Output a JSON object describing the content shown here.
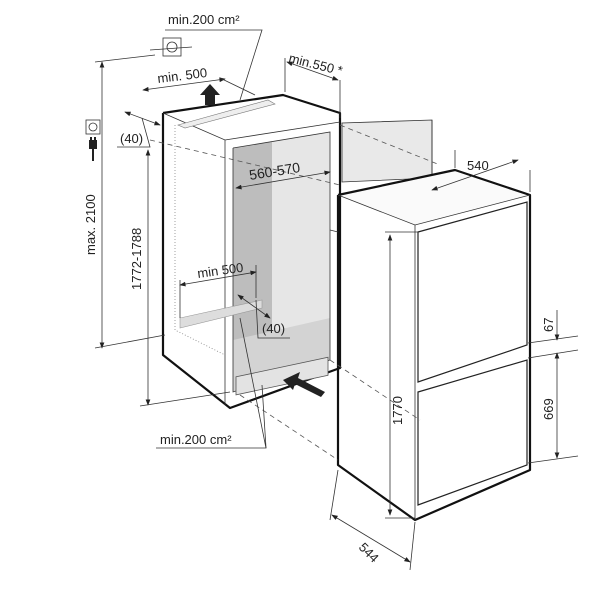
{
  "labels": {
    "vent_top_area": "min.200 cm²",
    "vent_top_width": "min. 500",
    "door_clearance": "min.550 *",
    "top_offset": "(40)",
    "max_height": "max. 2100",
    "niche_height": "1772-1788",
    "niche_width": "560-570",
    "vent_bottom_width": "min 500",
    "bottom_offset": "(40)",
    "vent_bottom_area": "min.200 cm²",
    "appliance_width": "540",
    "appliance_height": "1770",
    "appliance_depth": "544",
    "door_gap": "67",
    "lower_door_height": "669"
  },
  "icons": [
    "water-connection-icon",
    "power-socket-icon",
    "power-plug-icon",
    "airflow-arrow-icon"
  ]
}
